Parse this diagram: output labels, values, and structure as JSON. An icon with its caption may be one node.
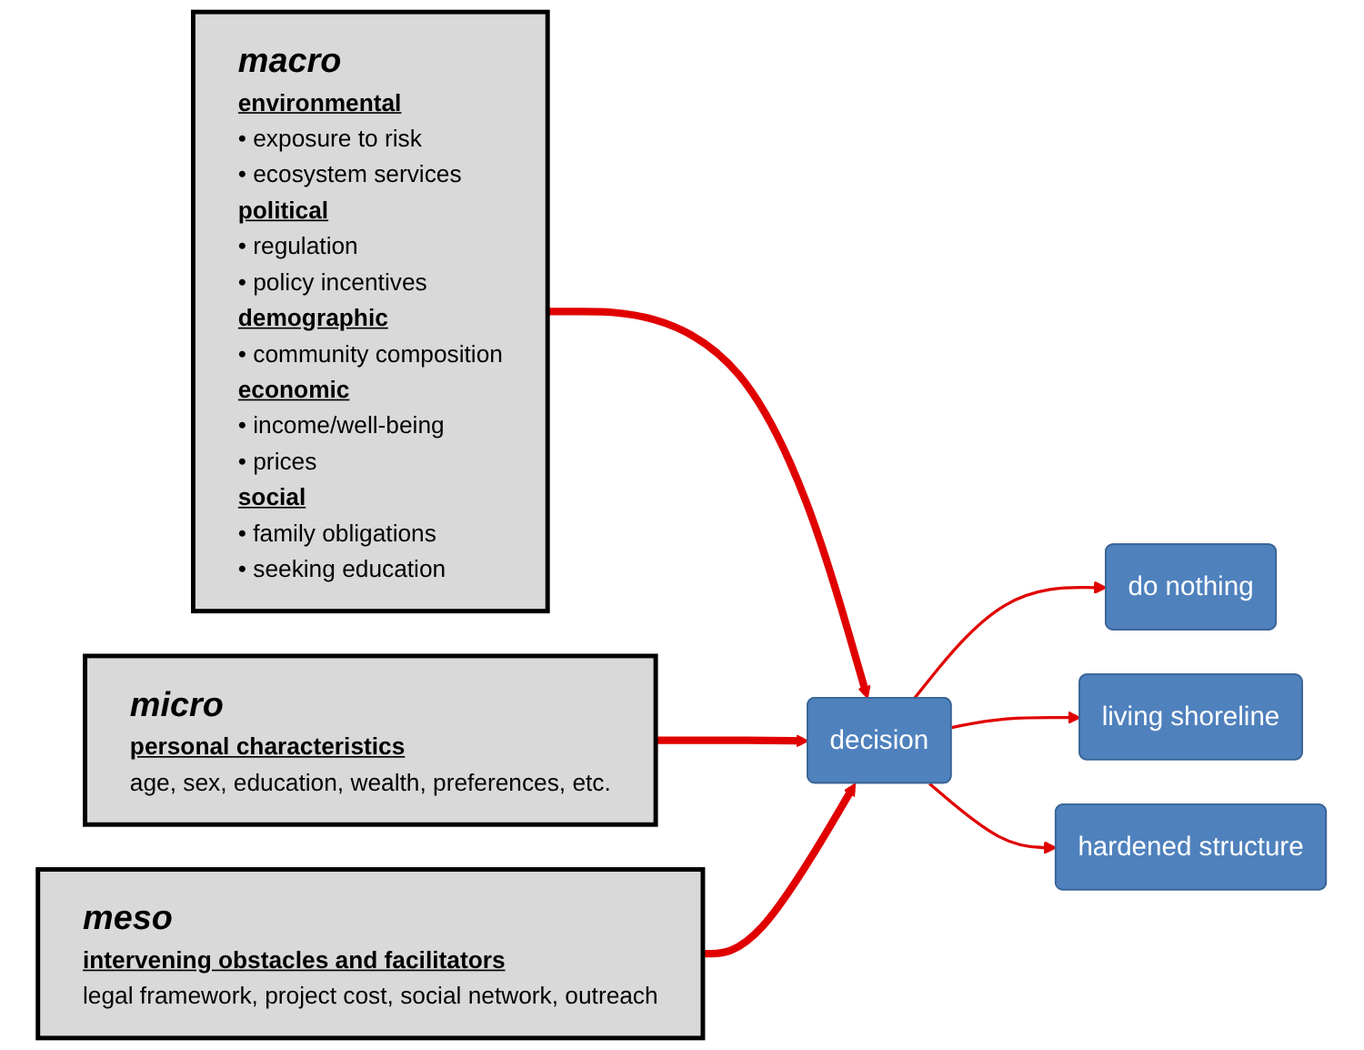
{
  "diagram": {
    "nodes": [
      {
        "text": [
          "macro",
          "environmental",
          "• exposure to risk",
          "• ecosystem services",
          "political",
          "• regulation",
          "• policy incentives",
          "demographic",
          "• community composition",
          "economic",
          "• income/well-being",
          "• prices",
          "social",
          "• family obligations",
          "• seeking education"
        ]
      },
      {
        "text": [
          "micro",
          "personal characteristics",
          "age, sex, education, wealth, preferences, etc."
        ]
      },
      {
        "text": [
          "decision"
        ]
      },
      {
        "text": [
          "meso",
          "intervening obstacles and facilitators",
          "legal framework, project cost, social network, outreach"
        ]
      },
      {
        "text": [
          "do nothing"
        ]
      },
      {
        "text": [
          "living shoreline"
        ]
      },
      {
        "text": [
          "hardened structure"
        ]
      }
    ],
    "edges": [
      {
        "from": 0,
        "to": 2,
        "arrow": "to",
        "style": "thick"
      },
      {
        "from": 1,
        "to": 2,
        "arrow": "to",
        "style": "thick"
      },
      {
        "from": 3,
        "to": 2,
        "arrow": "to",
        "style": "thick"
      },
      {
        "from": 2,
        "to": 4,
        "arrow": "to"
      },
      {
        "from": 2,
        "to": 5,
        "arrow": "to"
      },
      {
        "from": 2,
        "to": 6,
        "arrow": "to"
      }
    ]
  }
}
